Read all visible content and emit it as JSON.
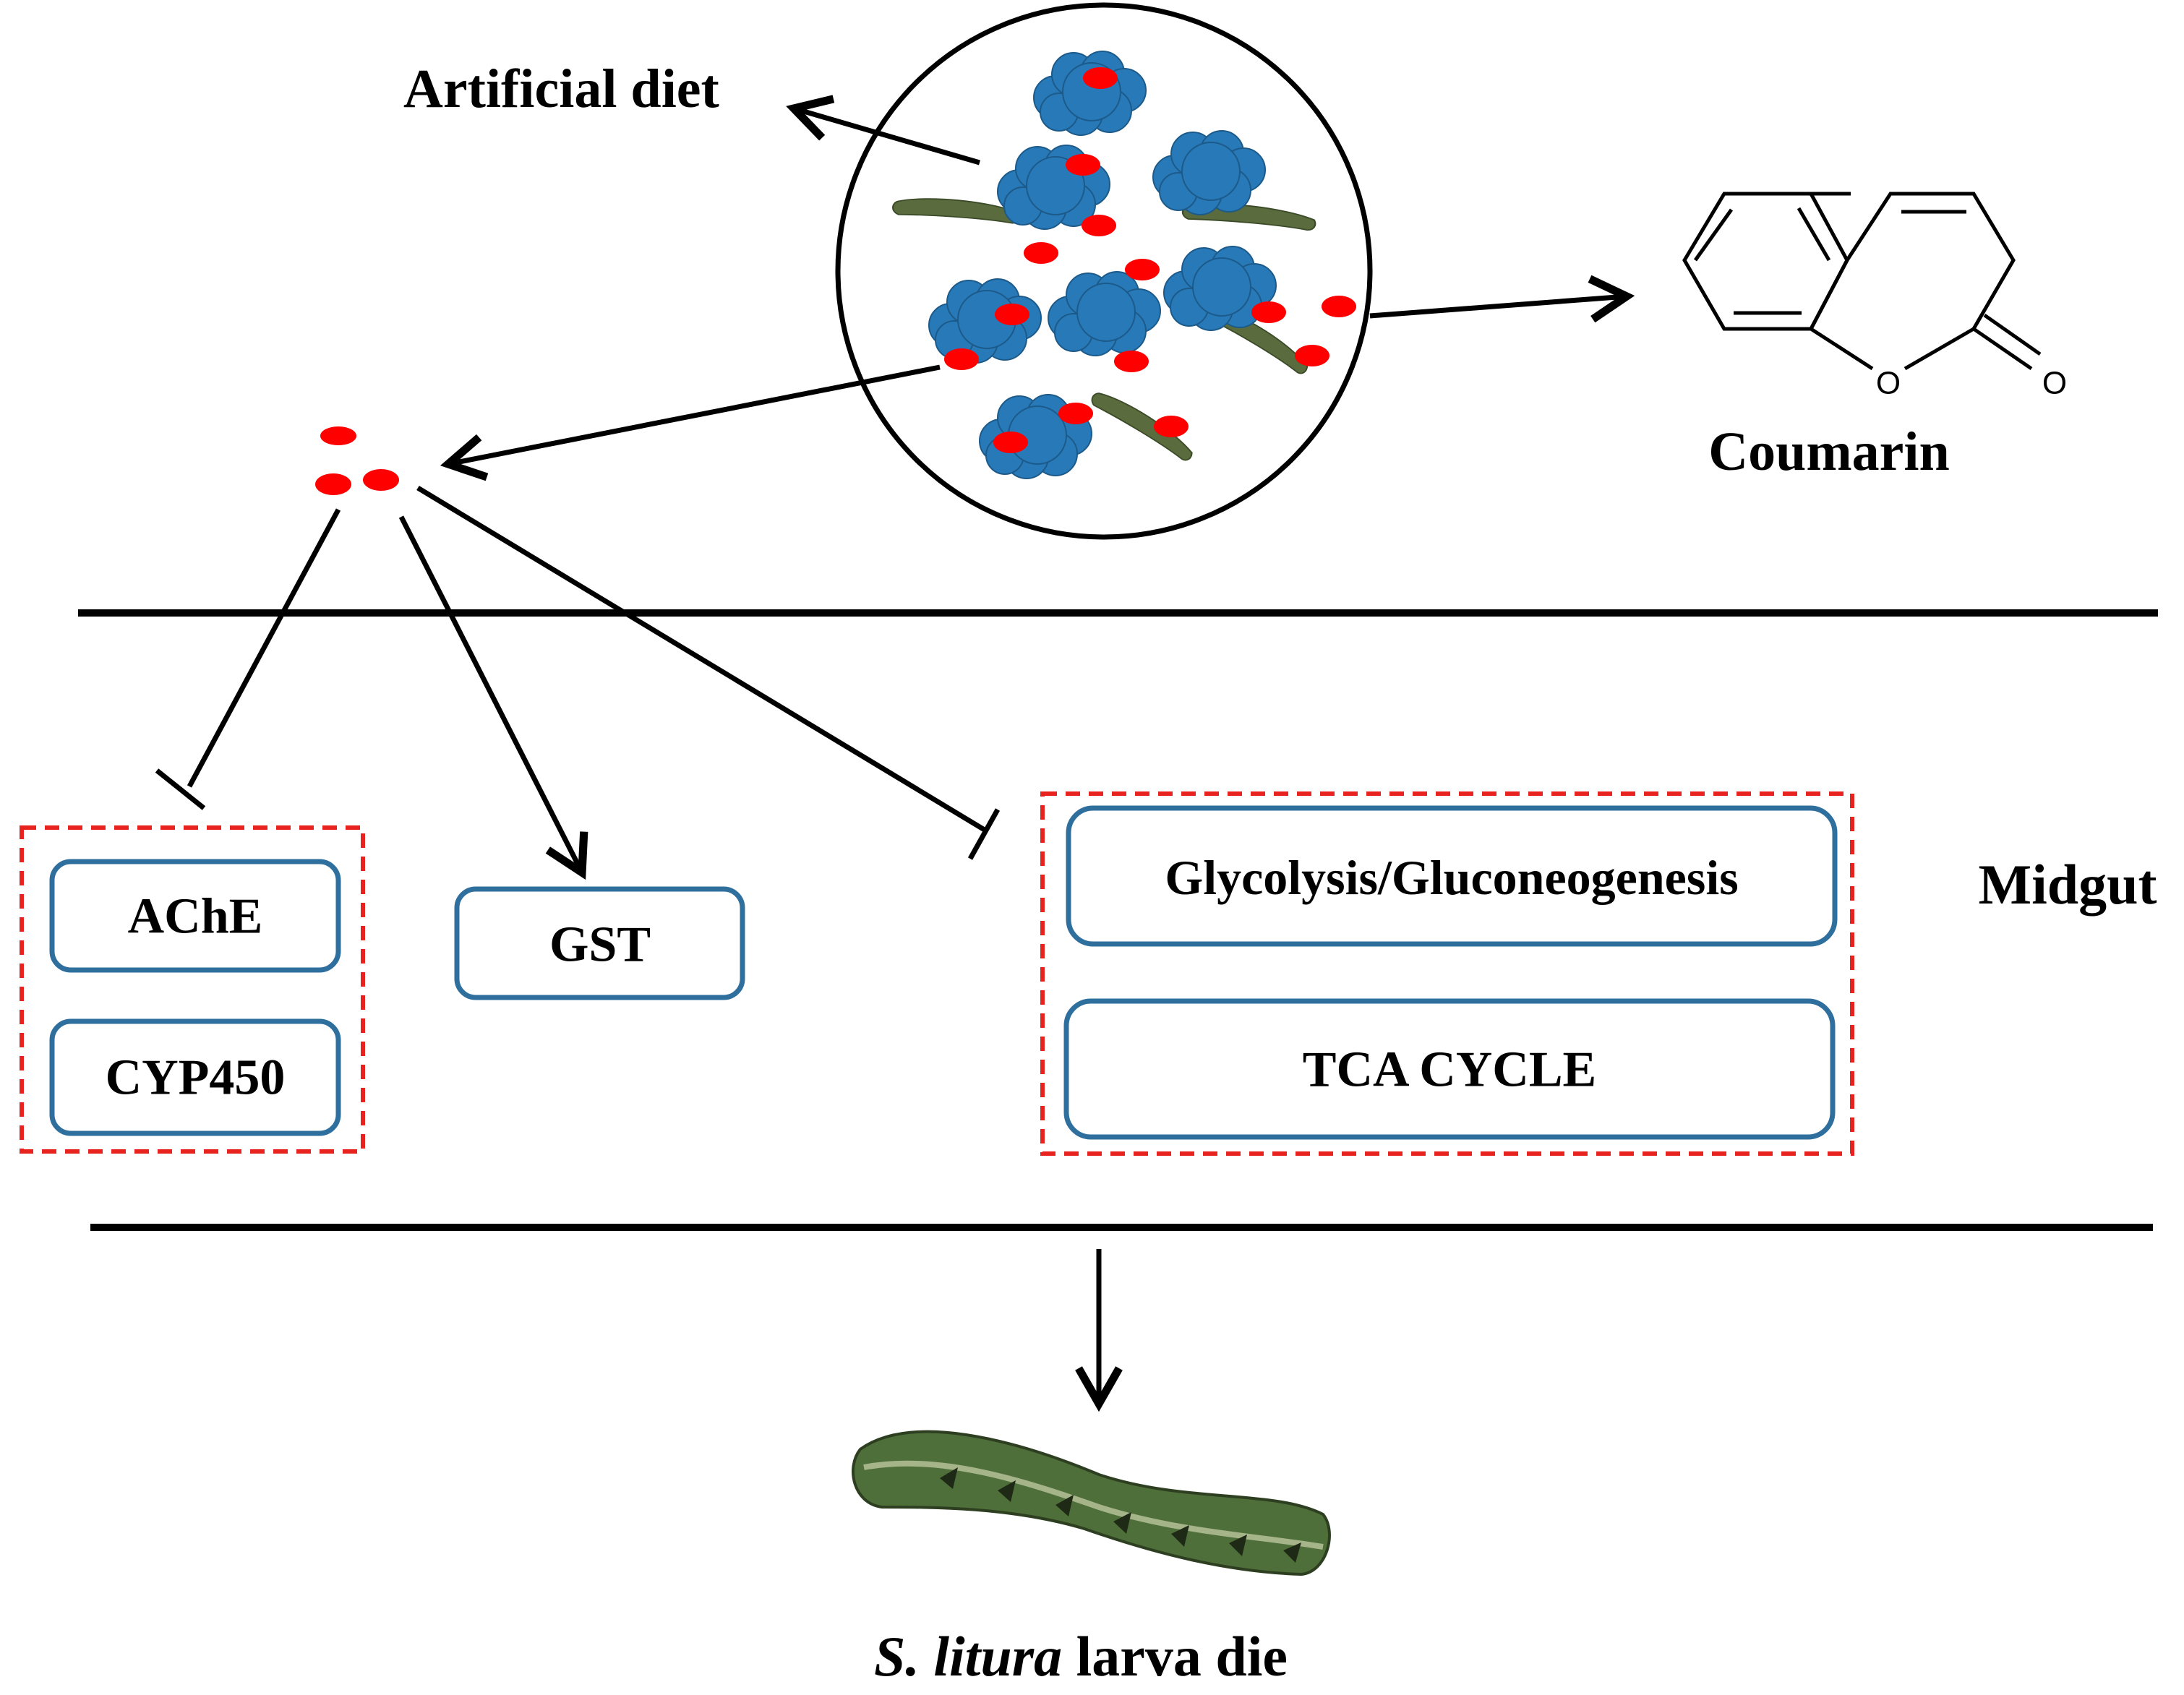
{
  "labels": {
    "artificial_diet": "Artificial diet",
    "coumarin": "Coumarin",
    "midgut": "Midgut",
    "outcome_species": "S. litura",
    "outcome_rest": " larva die"
  },
  "boxes": {
    "ache": "AChE",
    "cyp450": "CYP450",
    "gst": "GST",
    "glycolysis": "Glycolysis/Gluconeogenesis",
    "tca": "TCA CYCLE"
  },
  "molecule": {
    "ring_oxygen": "O",
    "carbonyl_oxygen": "O"
  },
  "colors": {
    "diet_blob": "#2879b8",
    "coumarin_dot": "#ff0000",
    "box_border": "#2f6f9e",
    "dashed_group": "#e8231f",
    "larva": "#4f6f3a"
  },
  "icons": [
    "diet-pellet-icon",
    "coumarin-dot-icon",
    "larva-icon",
    "inhibit-arrow-icon",
    "activate-arrow-icon"
  ]
}
